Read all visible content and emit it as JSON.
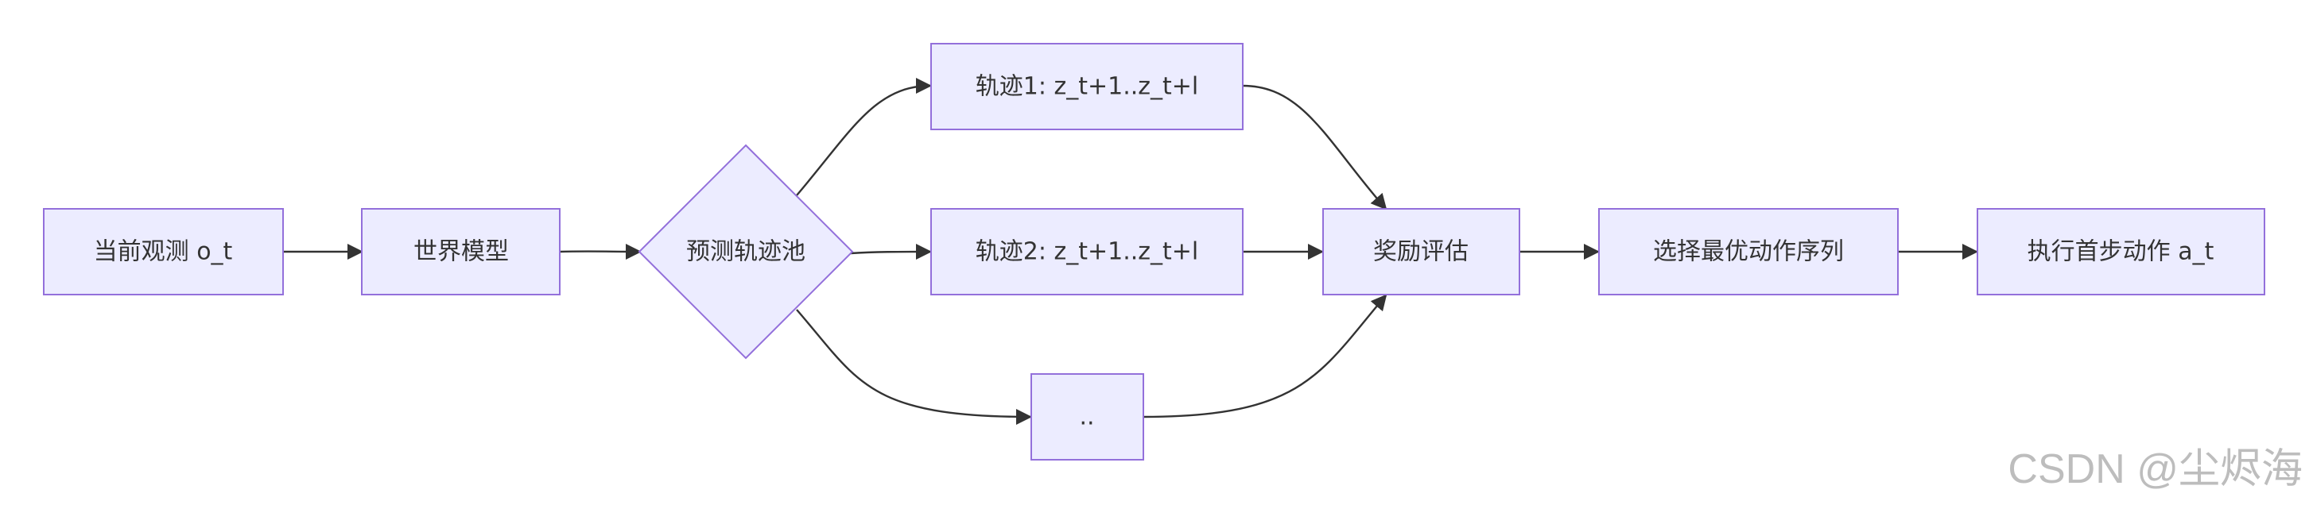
{
  "diagram": {
    "nodes": {
      "observation": "当前观测 o_t",
      "world_model": "世界模型",
      "trajectory_pool": "预测轨迹池",
      "trajectory_1": "轨迹1: z_t+1..z_t+l",
      "trajectory_2": "轨迹2: z_t+1..z_t+l",
      "trajectory_more": "..",
      "reward_eval": "奖励评估",
      "select_best": "选择最优动作序列",
      "execute_first": "执行首步动作 a_t"
    },
    "edges": [
      [
        "observation",
        "world_model"
      ],
      [
        "world_model",
        "trajectory_pool"
      ],
      [
        "trajectory_pool",
        "trajectory_1"
      ],
      [
        "trajectory_pool",
        "trajectory_2"
      ],
      [
        "trajectory_pool",
        "trajectory_more"
      ],
      [
        "trajectory_1",
        "reward_eval"
      ],
      [
        "trajectory_2",
        "reward_eval"
      ],
      [
        "trajectory_more",
        "reward_eval"
      ],
      [
        "reward_eval",
        "select_best"
      ],
      [
        "select_best",
        "execute_first"
      ]
    ],
    "colors": {
      "node_fill": "#ECECFF",
      "node_stroke": "#9370DB",
      "edge": "#333333",
      "text": "#333333",
      "watermark": "#BDBDBD"
    }
  },
  "watermark": "CSDN @尘烬海"
}
